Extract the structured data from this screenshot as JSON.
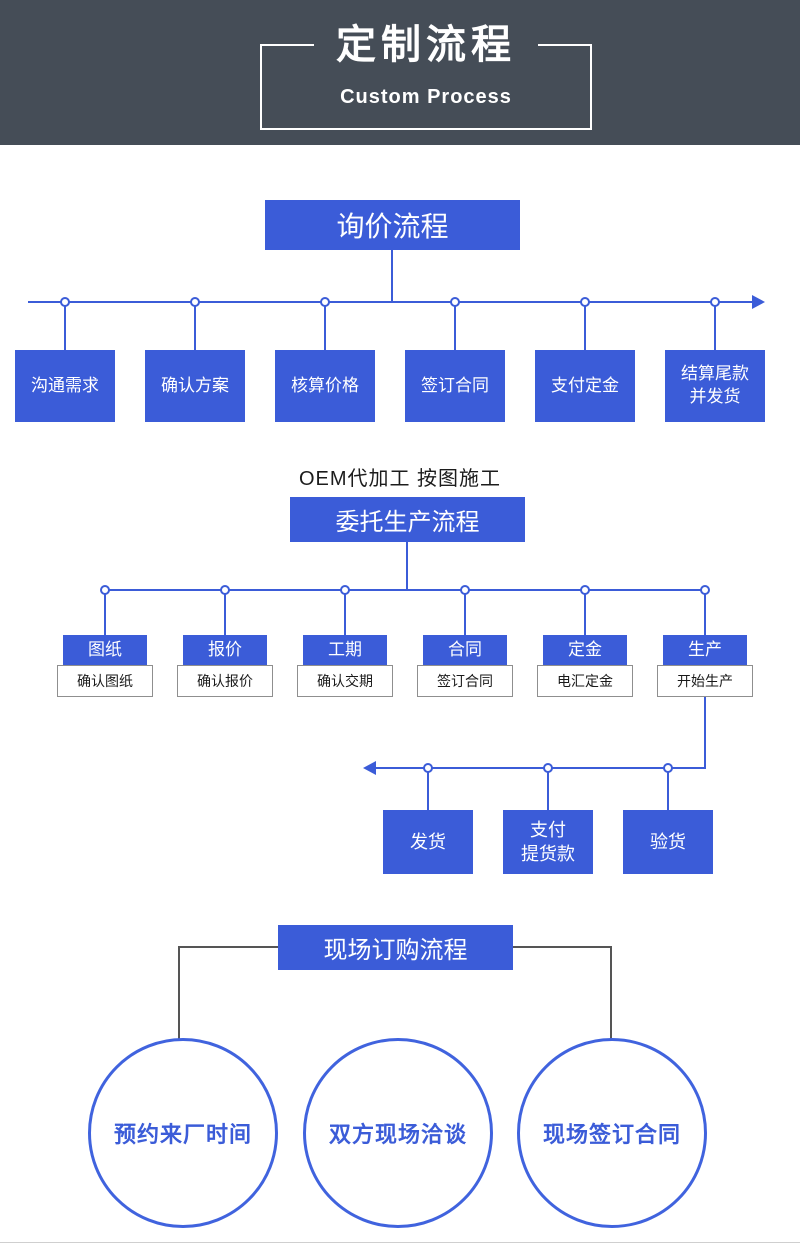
{
  "colors": {
    "accent": "#3b5cd8",
    "header_bg": "#454d57",
    "circle_border": "#4063de",
    "sub_border": "#8f8f8f"
  },
  "header": {
    "title": "定制流程",
    "subtitle": "Custom Process"
  },
  "inquiry": {
    "title": "询价流程",
    "steps": [
      "沟通需求",
      "确认方案",
      "核算价格",
      "签订合同",
      "支付定金",
      "结算尾款\n并发货"
    ]
  },
  "oem": {
    "note": "OEM代加工 按图施工",
    "title": "委托生产流程",
    "steps": [
      {
        "label": "图纸",
        "sub": "确认图纸"
      },
      {
        "label": "报价",
        "sub": "确认报价"
      },
      {
        "label": "工期",
        "sub": "确认交期"
      },
      {
        "label": "合同",
        "sub": "签订合同"
      },
      {
        "label": "定金",
        "sub": "电汇定金"
      },
      {
        "label": "生产",
        "sub": "开始生产"
      }
    ],
    "second_row": [
      "发货",
      "支付\n提货款",
      "验货"
    ]
  },
  "onsite": {
    "title": "现场订购流程",
    "circles": [
      "预约来厂时间",
      "双方现场洽谈",
      "现场签订合同"
    ]
  }
}
